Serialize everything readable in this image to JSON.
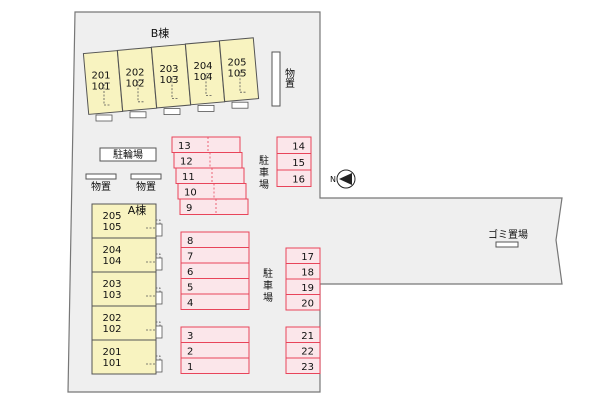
{
  "colors": {
    "lot": "#efefef",
    "lot_stroke": "#777777",
    "building_fill": "#f8f3c0",
    "building_stroke": "#555555",
    "parking_fill": "#fbe6ea",
    "parking_stroke": "#e8445a"
  },
  "building_b": {
    "label": "B棟",
    "units": [
      {
        "top": "201",
        "bottom": "101"
      },
      {
        "top": "202",
        "bottom": "102"
      },
      {
        "top": "203",
        "bottom": "103"
      },
      {
        "top": "204",
        "bottom": "104"
      },
      {
        "top": "205",
        "bottom": "105"
      }
    ]
  },
  "building_a": {
    "label": "A棟",
    "units": [
      {
        "top": "205",
        "bottom": "105"
      },
      {
        "top": "204",
        "bottom": "104"
      },
      {
        "top": "203",
        "bottom": "103"
      },
      {
        "top": "202",
        "bottom": "102"
      },
      {
        "top": "201",
        "bottom": "101"
      }
    ]
  },
  "labels": {
    "bicycle_parking": "駐輪場",
    "storage_left": "物置",
    "storage_mid": "物置",
    "storage_right": "物置",
    "parking_upper": "駐車場",
    "parking_lower": "駐車場",
    "garbage": "ゴミ置場",
    "north": "N"
  },
  "parking": {
    "upper_left": [
      "13",
      "12",
      "11",
      "10",
      "9"
    ],
    "upper_right": [
      "14",
      "15",
      "16"
    ],
    "mid_left_a": [
      "8",
      "7",
      "6",
      "5",
      "4"
    ],
    "mid_left_b": [
      "3",
      "2",
      "1"
    ],
    "right_a": [
      "17",
      "18",
      "19",
      "20"
    ],
    "right_b": [
      "21",
      "22",
      "23"
    ]
  }
}
